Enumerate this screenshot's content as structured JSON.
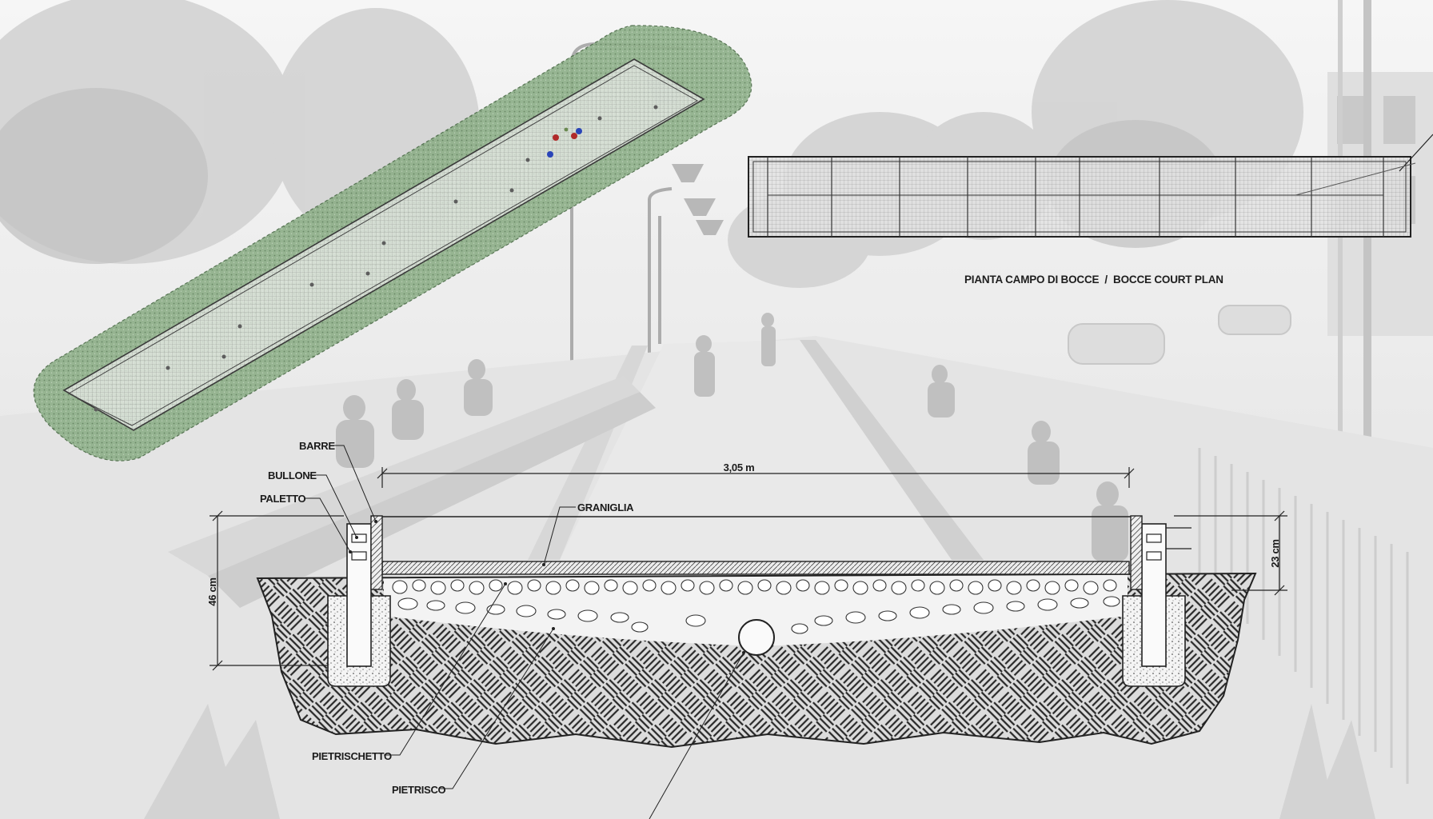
{
  "labels": {
    "barre": "BARRE",
    "bullone": "BULLONE",
    "paletto": "PALETTO",
    "graniglia": "GRANIGLIA",
    "pietrischetto": "PIETRISCHETTO",
    "pietrisco": "PIETRISCO",
    "width_dim": "3,05 m",
    "left_height_dim": "46 cm",
    "right_height_dim": "23 cm"
  },
  "plan_title": "PIANTA CAMPO DI BOCCE  /  BOCCE COURT PLAN",
  "colors": {
    "background_photo": "#e6e6e6",
    "green_grass": "#7ea07a",
    "soil_hatch": "#2a2a2a",
    "gravel": "#f2f2f2",
    "red_ball": "#b02a2a",
    "blue_ball": "#2a45b8",
    "line": "#1b1b1b"
  }
}
